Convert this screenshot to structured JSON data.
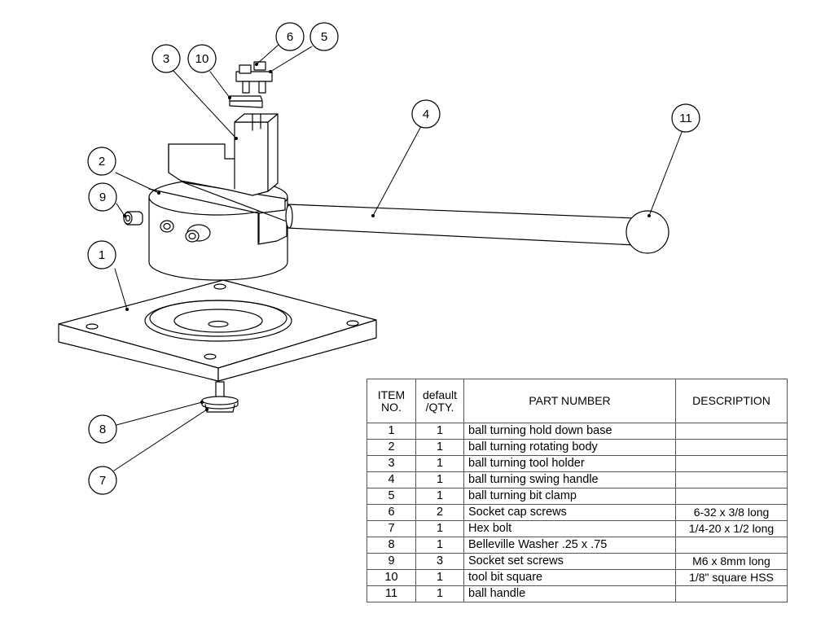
{
  "drawing": {
    "callouts": [
      "1",
      "2",
      "3",
      "4",
      "5",
      "6",
      "7",
      "8",
      "9",
      "10",
      "11"
    ]
  },
  "bom": {
    "headers": {
      "item": "ITEM\nNO.",
      "qty": "default\n/QTY.",
      "part": "PART NUMBER",
      "desc": "DESCRIPTION"
    },
    "rows": [
      {
        "item": "1",
        "qty": "1",
        "part": "ball turning hold down base",
        "desc": ""
      },
      {
        "item": "2",
        "qty": "1",
        "part": "ball turning rotating body",
        "desc": ""
      },
      {
        "item": "3",
        "qty": "1",
        "part": "ball turning tool holder",
        "desc": ""
      },
      {
        "item": "4",
        "qty": "1",
        "part": "ball turning swing handle",
        "desc": ""
      },
      {
        "item": "5",
        "qty": "1",
        "part": "ball turning bit clamp",
        "desc": ""
      },
      {
        "item": "6",
        "qty": "2",
        "part": "Socket cap screws",
        "desc": "6-32 x 3/8 long"
      },
      {
        "item": "7",
        "qty": "1",
        "part": "Hex bolt",
        "desc": "1/4-20 x 1/2 long"
      },
      {
        "item": "8",
        "qty": "1",
        "part": "Belleville Washer .25 x .75",
        "desc": ""
      },
      {
        "item": "9",
        "qty": "3",
        "part": "Socket set screws",
        "desc": "M6 x 8mm long"
      },
      {
        "item": "10",
        "qty": "1",
        "part": "tool bit square",
        "desc": "1/8\" square HSS"
      },
      {
        "item": "11",
        "qty": "1",
        "part": "ball handle",
        "desc": ""
      }
    ]
  }
}
